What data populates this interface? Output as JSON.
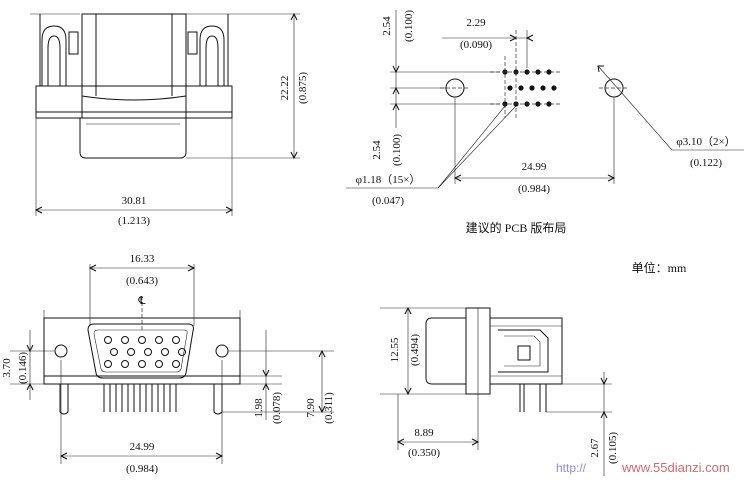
{
  "front_view": {
    "width_mm": "30.81",
    "width_in": "(1.213)",
    "height_mm": "22.22",
    "height_in": "(0.875)"
  },
  "pcb_layout": {
    "pitch_v1_mm": "2.54",
    "pitch_v1_in": "(0.100)",
    "pitch_h_mm": "2.29",
    "pitch_h_in": "(0.090)",
    "pitch_v2_mm": "2.54",
    "pitch_v2_in": "(0.100)",
    "pin_hole_mm": "φ1.18（15×）",
    "pin_hole_in": "(0.047)",
    "span_mm": "24.99",
    "span_in": "(0.984)",
    "mount_hole_mm": "φ3.10（2×）",
    "mount_hole_in": "(0.122)",
    "caption": "建议的 PCB 版布局"
  },
  "unit_label": "单位：mm",
  "face_view": {
    "shell_width_mm": "16.33",
    "shell_width_in": "(0.643)",
    "centerline_symbol": "℄",
    "hole_offset_mm": "3.70",
    "hole_offset_in": "(0.146)",
    "pin_height_mm": "1.98",
    "pin_height_in": "(0.078)",
    "total_height_mm": "7.90",
    "total_height_in": "(0.311)",
    "span_mm": "24.99",
    "span_in": "(0.984)"
  },
  "side_view": {
    "height_mm": "12.55",
    "height_in": "(0.494)",
    "depth_mm": "8.89",
    "depth_in": "(0.350)",
    "pin_len_mm": "2.67",
    "pin_len_in": "(0.105)"
  },
  "watermark": {
    "prefix": "http://",
    "site": "www.55dianzi.com"
  }
}
